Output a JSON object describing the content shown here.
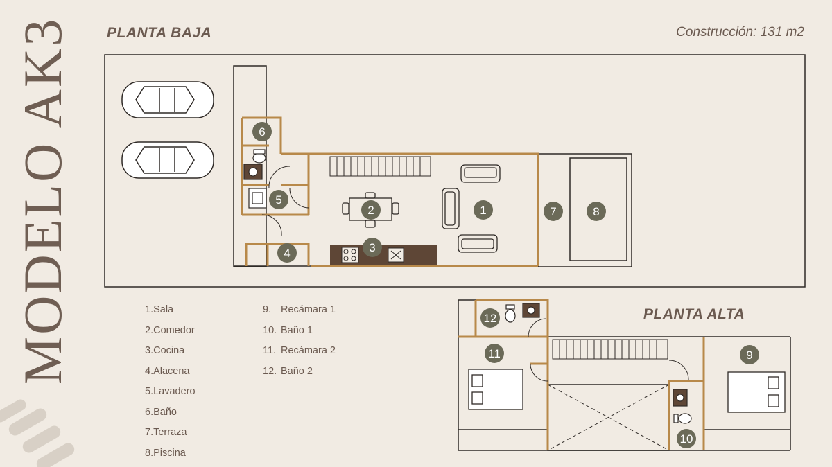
{
  "model_title": "MODELO AK3",
  "ground_floor": {
    "title": "PLANTA BAJA",
    "construction": "Construcción: 131 m2"
  },
  "upper_floor": {
    "title": "PLANTA ALTA"
  },
  "legend_left": [
    {
      "n": "1.",
      "label": "Sala"
    },
    {
      "n": "2.",
      "label": "Comedor"
    },
    {
      "n": "3.",
      "label": "Cocina"
    },
    {
      "n": "4.",
      "label": "Alacena"
    },
    {
      "n": "5.",
      "label": "Lavadero"
    },
    {
      "n": "6.",
      "label": "Baño"
    },
    {
      "n": "7.",
      "label": "Terraza"
    },
    {
      "n": "8.",
      "label": "Piscina"
    }
  ],
  "legend_right": [
    {
      "n": "9.",
      "label": "Recámara 1"
    },
    {
      "n": "10.",
      "label": "Baño 1"
    },
    {
      "n": "11.",
      "label": "Recámara 2"
    },
    {
      "n": "12.",
      "label": "Baño 2"
    }
  ],
  "room_markers": [
    "1",
    "2",
    "3",
    "4",
    "5",
    "6",
    "7",
    "8",
    "9",
    "10",
    "11",
    "12"
  ],
  "colors": {
    "background": "#f1ebe3",
    "wall_outline": "#2f2a27",
    "interior_wall": "#b8894a",
    "marker_fill": "#6b6a58",
    "text": "#6b5a50",
    "counter": "#5e4636"
  }
}
